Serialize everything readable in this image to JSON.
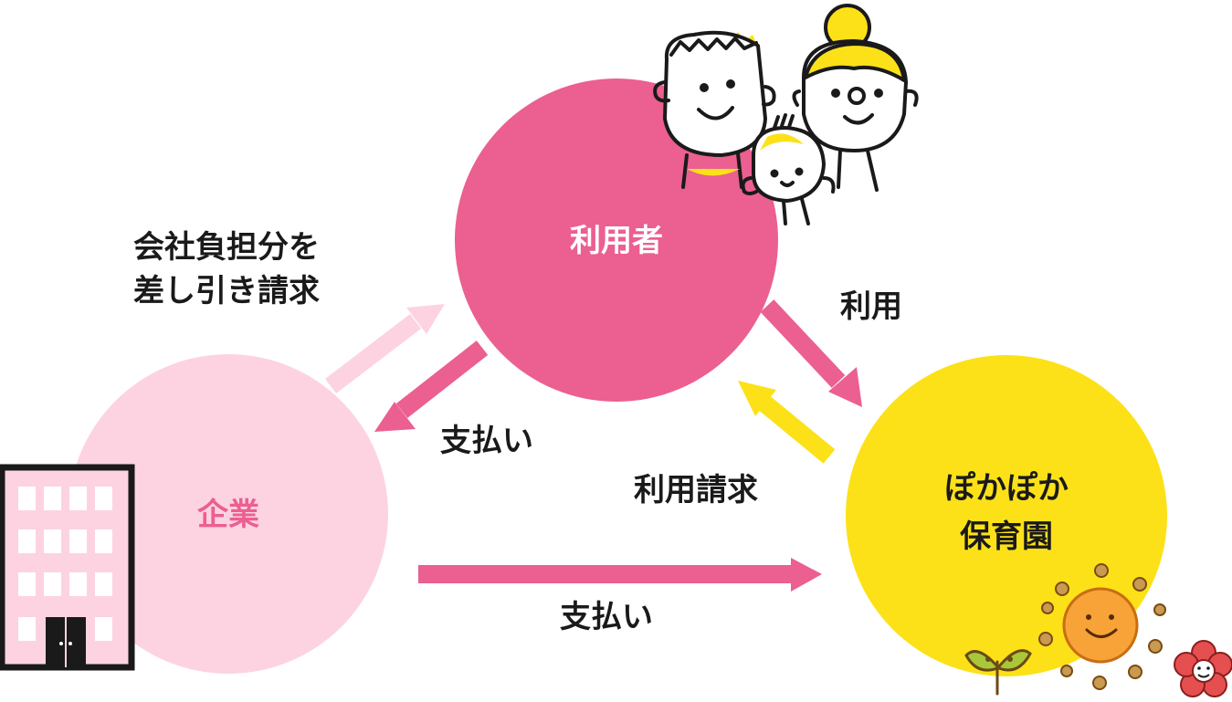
{
  "nodes": {
    "user": {
      "label": "利用者",
      "color": "#eb5f91"
    },
    "company": {
      "label": "企業",
      "color": "#fdd3e1"
    },
    "nursery": {
      "label_line1": "ぽかぽか",
      "label_line2": "保育園",
      "color": "#fce118"
    }
  },
  "edges": {
    "company_to_user": {
      "label_line1": "会社負担分を",
      "label_line2": "差し引き請求",
      "color": "#fdd3e1"
    },
    "user_to_company": {
      "label": "支払い",
      "color": "#eb5f91"
    },
    "user_to_nursery": {
      "label": "利用",
      "color": "#eb5f91"
    },
    "nursery_to_user": {
      "label": "利用請求",
      "color": "#fce118"
    },
    "company_to_nursery": {
      "label": "支払い",
      "color": "#eb5f91"
    }
  },
  "icons": {
    "family": "family-illustration-icon",
    "building": "office-building-icon",
    "sun": "smiling-sun-icon",
    "sprout": "sprout-icon",
    "flower": "flower-icon"
  },
  "colors": {
    "text": "#1a1a1a",
    "user_label": "#ffffff",
    "company_label": "#eb5f91"
  }
}
